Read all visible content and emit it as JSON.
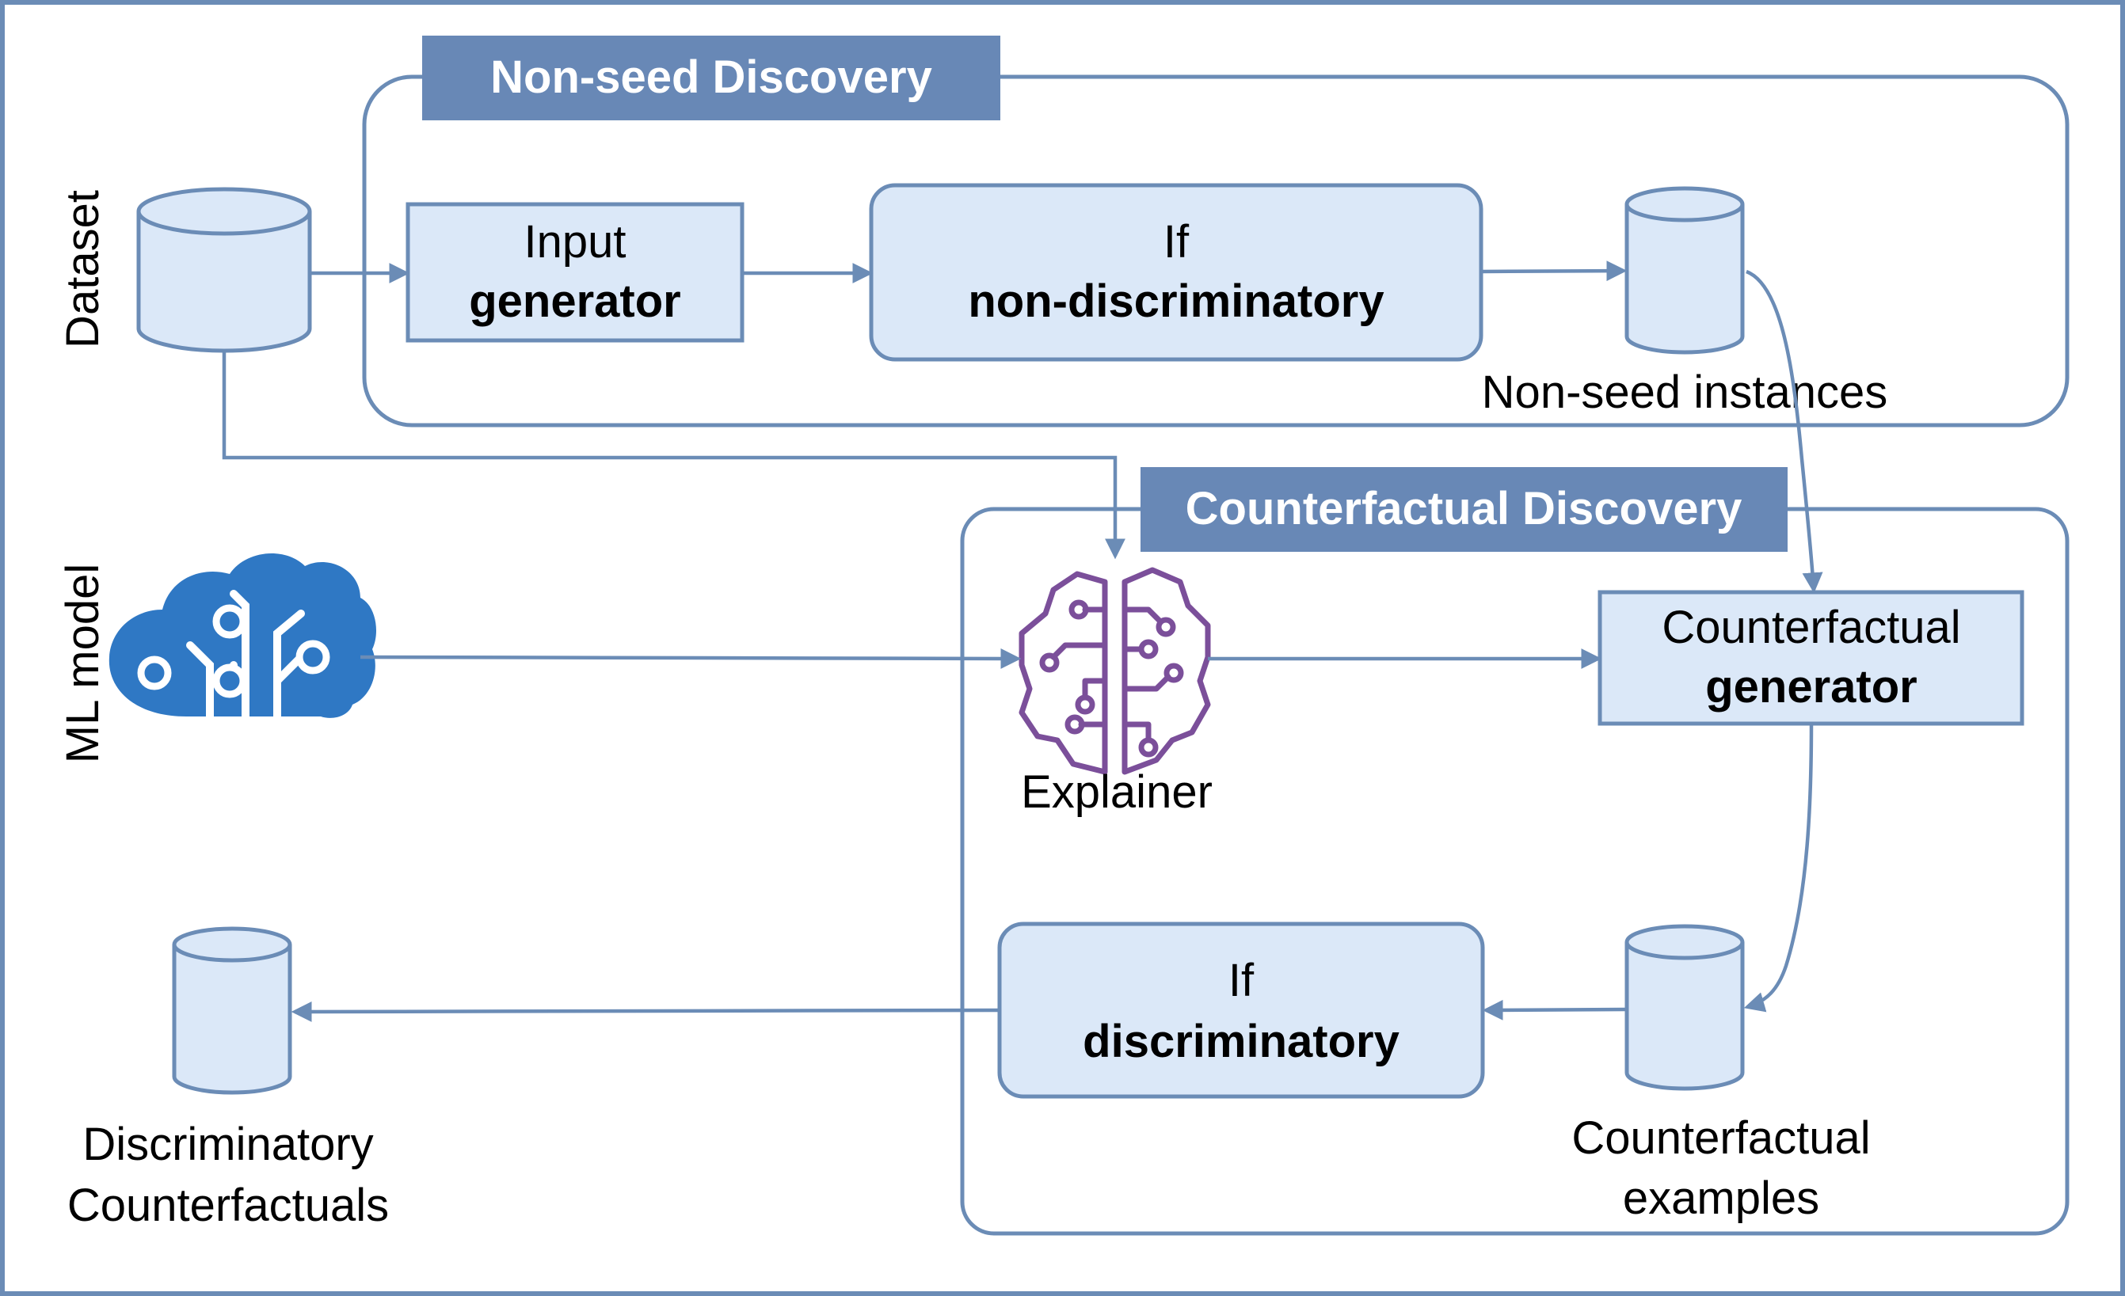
{
  "sections": {
    "non_seed_title": "Non-seed Discovery",
    "counterfactual_title": "Counterfactual Discovery"
  },
  "side_labels": {
    "dataset": "Dataset",
    "ml_model": "ML model"
  },
  "nodes": {
    "input_generator": {
      "line1": "Input",
      "line2": "generator"
    },
    "if_non_discriminatory": {
      "line1": "If",
      "line2": "non-discriminatory"
    },
    "non_seed_instances": "Non-seed instances",
    "explainer": "Explainer",
    "counterfactual_generator": {
      "line1": "Counterfactual",
      "line2": "generator"
    },
    "if_discriminatory": {
      "line1": "If",
      "line2": "discriminatory"
    },
    "counterfactual_examples": {
      "line1": "Counterfactual",
      "line2": "examples"
    },
    "discriminatory_counterfactuals": {
      "line1": "Discriminatory",
      "line2": "Counterfactuals"
    }
  },
  "colors": {
    "accent": "#6b8cb6",
    "box_fill": "#dbe8f8",
    "header_fill": "#6888b6",
    "cloud_blue": "#2f78c4",
    "explainer_purple": "#7b4f9a"
  },
  "icons": {
    "dataset": "database-cylinder-icon",
    "ml_model": "cloud-brain-circuit-icon",
    "explainer": "brain-circuit-icon"
  }
}
